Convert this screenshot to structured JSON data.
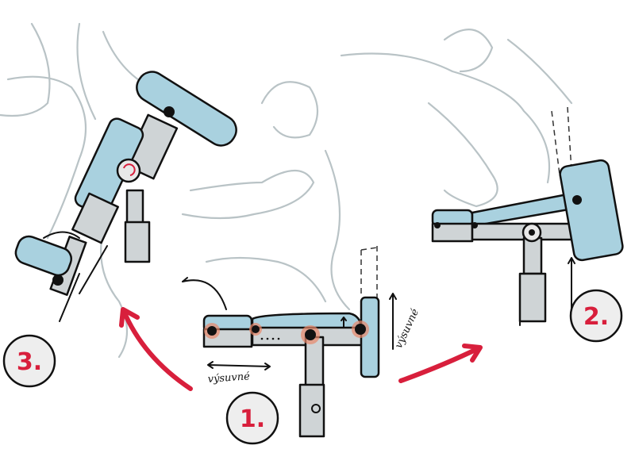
{
  "steps": [
    {
      "label": "1."
    },
    {
      "label": "2."
    },
    {
      "label": "3."
    }
  ],
  "annotations": {
    "horizontal_slide": "výsuvné",
    "vertical_slide": "výsuvné"
  },
  "colors": {
    "cushion": "#a9d1df",
    "frame": "#cfd4d6",
    "arrow": "#d81f3c",
    "joint_glow": "#e8876a"
  }
}
